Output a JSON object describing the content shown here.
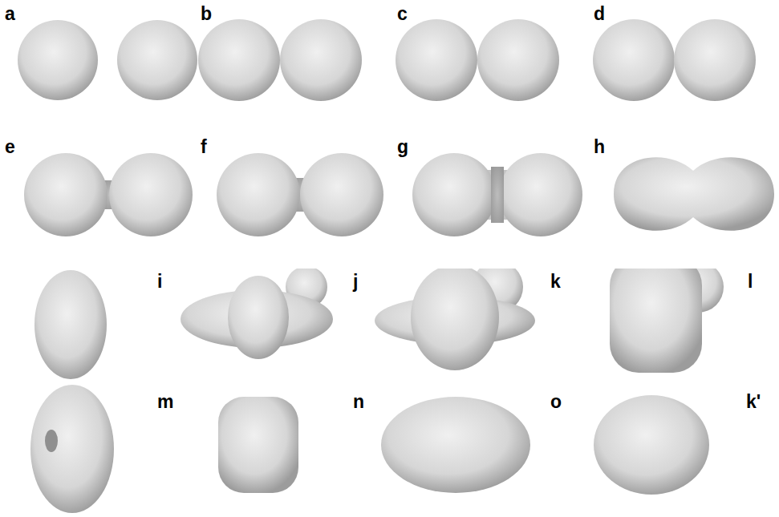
{
  "diagram": {
    "labels": [
      "a",
      "b",
      "c",
      "d",
      "e",
      "f",
      "g",
      "h",
      "i",
      "j",
      "k",
      "l",
      "m",
      "n",
      "o",
      "k'"
    ]
  }
}
